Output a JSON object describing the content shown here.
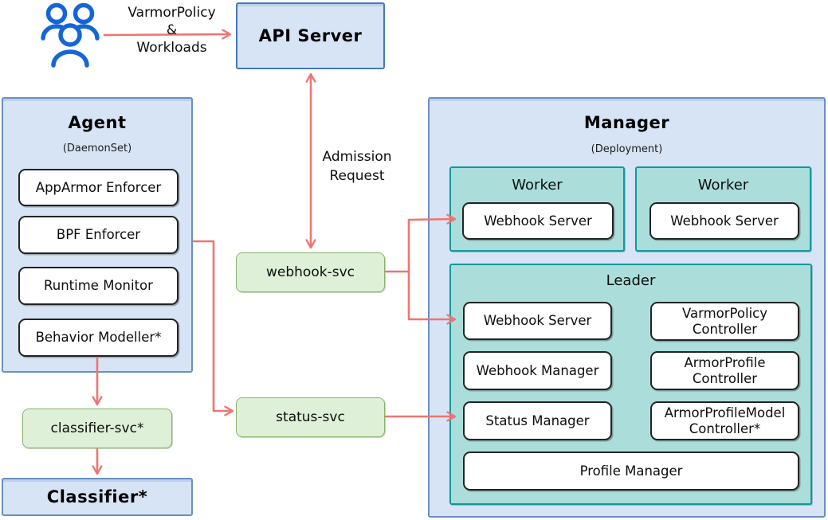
{
  "diagram": {
    "edge_labels": {
      "users_to_api": [
        "VarmorPolicy",
        "&",
        "Workloads"
      ],
      "admission": [
        "Admission",
        "Request"
      ]
    },
    "api_server": {
      "title": "API Server"
    },
    "agent": {
      "title": "Agent",
      "subtitle": "(DaemonSet)",
      "components": [
        "AppArmor Enforcer",
        "BPF Enforcer",
        "Runtime Monitor",
        "Behavior Modeller*"
      ]
    },
    "services": {
      "webhook": "webhook-svc",
      "status": "status-svc",
      "classifier": "classifier-svc*"
    },
    "classifier": {
      "title": "Classifier*"
    },
    "manager": {
      "title": "Manager",
      "subtitle": "(Deployment)",
      "workers": [
        {
          "title": "Worker",
          "component": "Webhook Server"
        },
        {
          "title": "Worker",
          "component": "Webhook Server"
        }
      ],
      "leader": {
        "title": "Leader",
        "left_column": [
          "Webhook Server",
          "Webhook Manager",
          "Status Manager"
        ],
        "right_column": [
          "VarmorPolicy Controller",
          "ArmorProfile Controller",
          "ArmorProfileModel Controller*"
        ],
        "bottom": "Profile Manager"
      }
    },
    "colors": {
      "arrow": "#ee7572",
      "panel_blue_fill": "#d7e4f6",
      "panel_blue_border": "#6a8fc0",
      "api_border": "#4878b8",
      "teal_fill": "#abdedb",
      "teal_border": "#13999a",
      "green_fill": "#def0d8",
      "green_border": "#85b56a",
      "users_icon_blue": "#1565d8",
      "white_box_border": "#232323"
    }
  }
}
